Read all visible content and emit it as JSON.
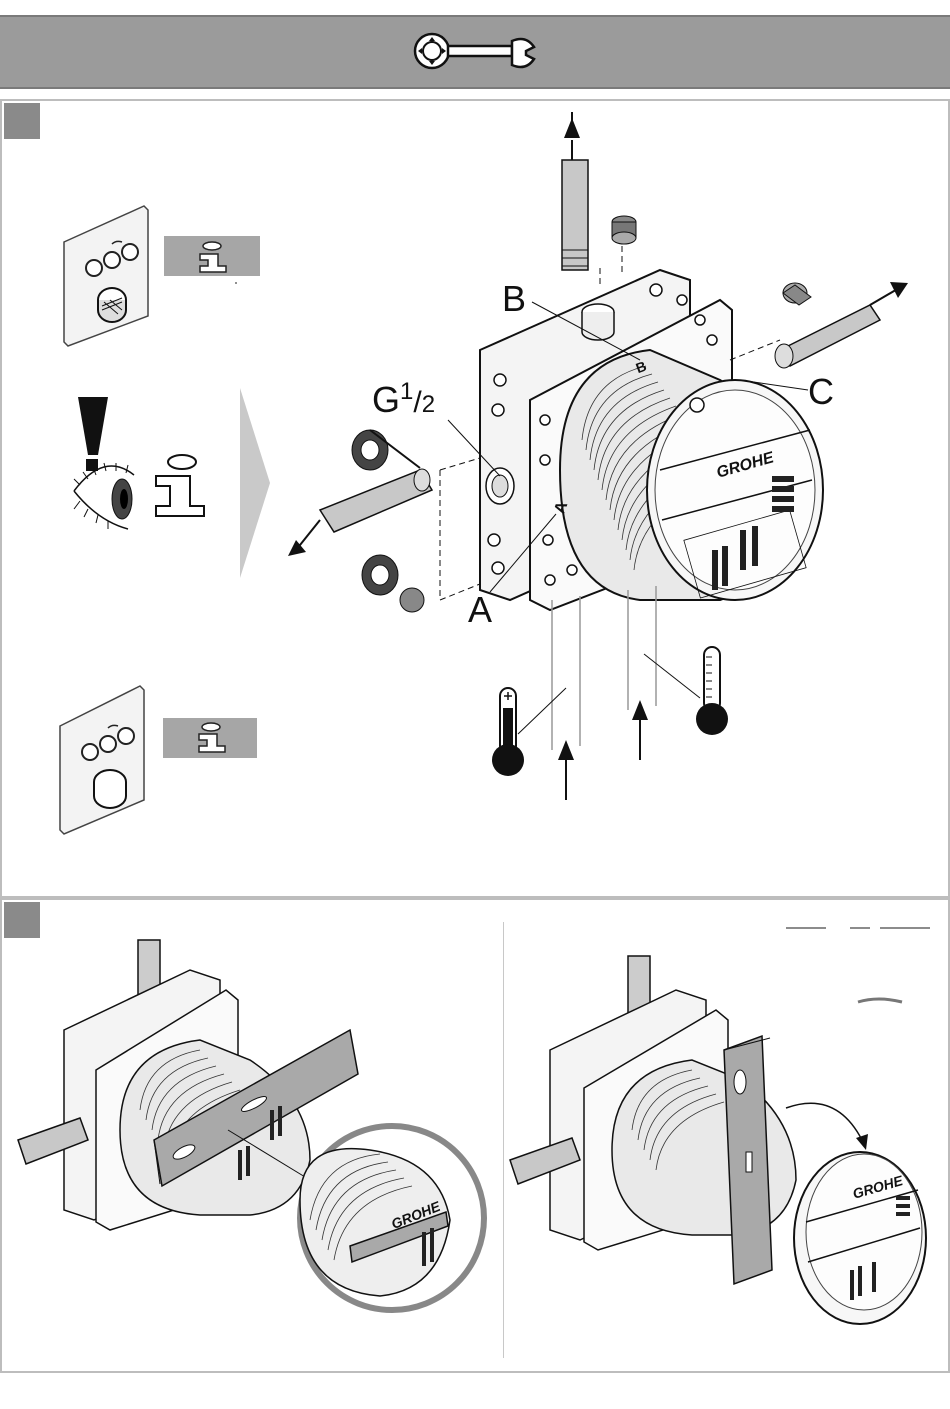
{
  "header": {
    "icon": "wrench-icon",
    "color": "#9b9b9b"
  },
  "section1": {
    "callouts": {
      "b": "B",
      "c": "C",
      "a": "A",
      "thread_g": "G",
      "thread_num": "1",
      "thread_den": "2",
      "body_a": "A",
      "body_b": "B"
    },
    "icons": [
      "control-plate-icon",
      "info-icon",
      "warning-eye-icon",
      "thermometer-hot-icon",
      "thermometer-cold-icon",
      "arrow-icon"
    ]
  },
  "section2": {
    "left_brand": "GROHE",
    "right_brand": "GROHE",
    "icons": [
      "spirit-level-icon",
      "magnifier-icon"
    ]
  },
  "brand": {
    "name": "GROHE"
  }
}
